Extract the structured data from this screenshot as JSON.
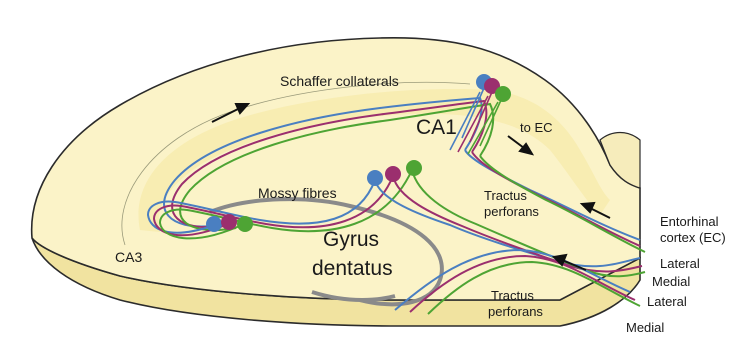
{
  "labels": {
    "schaffer": "Schaffer collaterals",
    "ca1": "CA1",
    "to_ec": "to EC",
    "mossy": "Mossy fibres",
    "tractus1_line1": "Tractus",
    "tractus1_line2": "perforans",
    "ca3": "CA3",
    "gyrus_line1": "Gyrus",
    "gyrus_line2": "dentatus",
    "entorhinal_line1": "Entorhinal",
    "entorhinal_line2": "cortex (EC)",
    "lateral_upper": "Lateral",
    "medial_upper": "Medial",
    "tractus2_line1": "Tractus",
    "tractus2_line2": "perforans",
    "lateral_lower": "Lateral",
    "medial_lower": "Medial"
  },
  "colors": {
    "tissue_fill": "#fbf3c8",
    "tissue_outline": "#2b2b2b",
    "inner_fill": "#f6e9a8",
    "fibre_blue": "#4a7fc1",
    "fibre_purple": "#9b2f6e",
    "fibre_green": "#4ea434",
    "mossy_grey": "#8a8a8a"
  }
}
